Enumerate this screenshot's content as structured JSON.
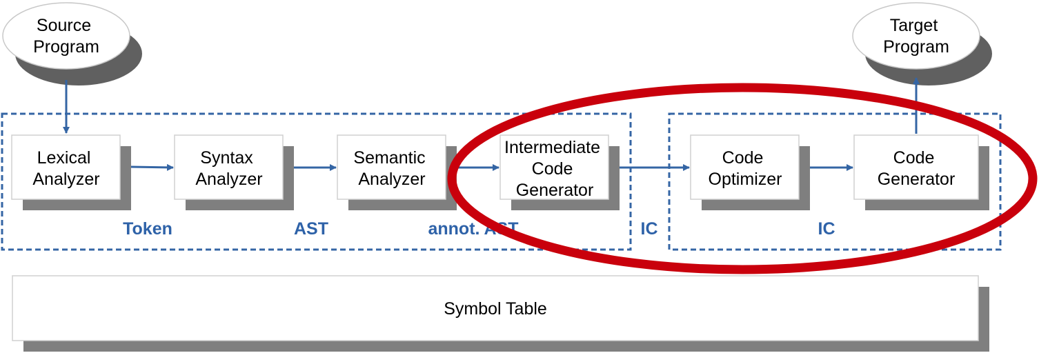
{
  "diagram": {
    "nodes": {
      "source": {
        "lines": [
          "Source",
          "Program"
        ]
      },
      "target": {
        "lines": [
          "Target",
          "Program"
        ]
      },
      "lexical": {
        "lines": [
          "Lexical",
          "Analyzer"
        ]
      },
      "syntax": {
        "lines": [
          "Syntax",
          "Analyzer"
        ]
      },
      "semantic": {
        "lines": [
          "Semantic",
          "Analyzer"
        ]
      },
      "intermediate": {
        "lines": [
          "Intermediate",
          "Code",
          "Generator"
        ]
      },
      "optimizer": {
        "lines": [
          "Code",
          "Optimizer"
        ]
      },
      "codegen": {
        "lines": [
          "Code",
          "Generator"
        ]
      },
      "symbol_table": {
        "lines": [
          "Symbol Table"
        ]
      }
    },
    "edge_labels": {
      "token": "Token",
      "ast": "AST",
      "annot_ast": "annot. AST",
      "ic_1": "IC",
      "ic_2": "IC"
    },
    "colors": {
      "arrow": "#3465a4",
      "group_border": "#3465a4",
      "label": "#2e62a8",
      "highlight": "#c9000c",
      "shadow": "#808080",
      "box_border": "#d0d0d0"
    }
  }
}
